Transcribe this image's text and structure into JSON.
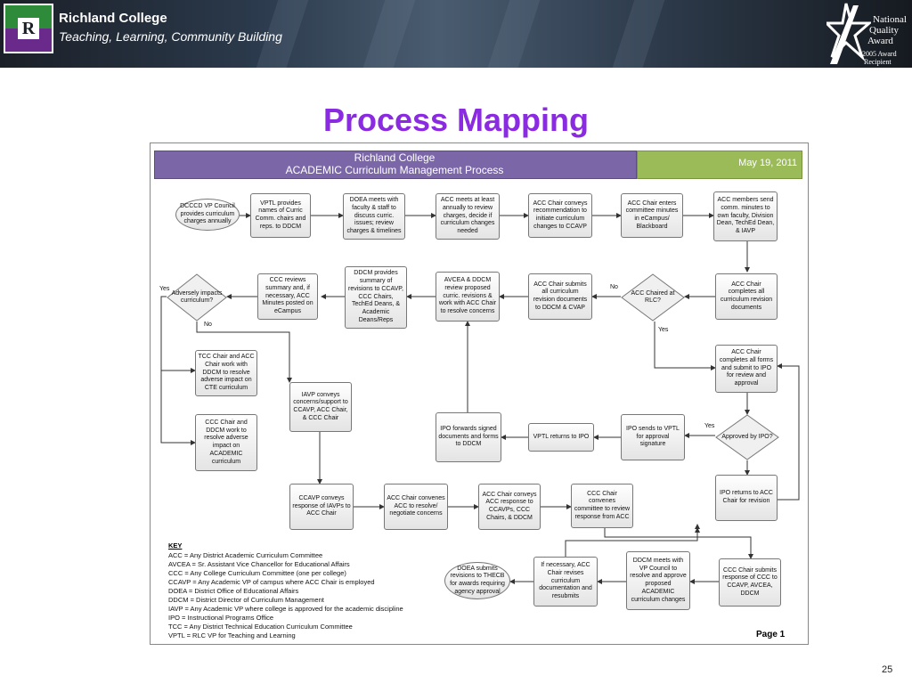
{
  "header": {
    "college_name": "Richland College",
    "tagline": "Teaching, Learning, Community Building",
    "logo_letter": "R",
    "award": {
      "line1": "National",
      "line2": "Quality",
      "line3": "Award",
      "line4": "2005 Award",
      "line5": "Recipient"
    }
  },
  "slide": {
    "title": "Process Mapping",
    "number": "25"
  },
  "diagram": {
    "title_line1": "Richland College",
    "title_line2": "ACADEMIC Curriculum Management Process",
    "date": "May 19, 2011",
    "page": "Page 1",
    "nodes": {
      "n1": "DCCCD VP Council provides curriculum charges annually",
      "n2": "VPTL provides names of Curric Comm. chairs and reps. to DDCM",
      "n3": "DOEA meets with faculty & staff to discuss curric. issues; review charges & timelines",
      "n4": "ACC meets at least annually to review charges, decide if curriculum changes needed",
      "n5": "ACC Chair conveys recommendation to initiate curriculum changes to CCAVP",
      "n6": "ACC Chair enters committee minutes in eCampus/ Blackboard",
      "n7": "ACC members send comm. minutes to own faculty, Division Dean, TechEd Dean, & IAVP",
      "n8": "ACC Chair completes all curriculum revision documents",
      "d1": "ACC Chaired at RLC?",
      "n9": "ACC Chair submits all curriculum revision documents to DDCM & CVAP",
      "n10": "AVCEA & DDCM review proposed curric. revisions & work with ACC Chair to resolve concerns",
      "n11": "DDCM provides summary of revisions to CCAVP, CCC Chairs, TechEd Deans, & Academic Deans/Reps",
      "n12": "CCC reviews summary and, if necessary, ACC Minutes posted on eCampus",
      "d2": "Adversely impacts curriculum?",
      "n13": "TCC Chair and ACC Chair work with DDCM to resolve adverse impact on CTE curriculum",
      "n14": "CCC Chair and DDCM work to resolve adverse impact on ACADEMIC curriculum",
      "n15": "IAVP conveys concerns/support to CCAVP, ACC Chair, & CCC Chair",
      "n16": "ACC Chair completes all forms and submit to IPO for review and approval",
      "d3": "Approved by IPO?",
      "n17": "IPO sends to VPTL for approval signature",
      "n18": "VPTL returns to IPO",
      "n19": "IPO forwards signed documents and forms to DDCM",
      "n20": "IPO returns to ACC Chair for revision",
      "n21": "CCAVP conveys response of IAVPs to ACC Chair",
      "n22": "ACC Chair convenes ACC to resolve/ negotiate concerns",
      "n23": "ACC Chair conveys ACC response to CCAVPs, CCC Chairs, & DDCM",
      "n24": "CCC Chair convenes committee to review response from ACC",
      "n25": "CCC Chair submits response of CCC to CCAVP, AVCEA, DDCM",
      "n26": "DDCM meets with VP Council to resolve and approve proposed ACADEMIC curriculum changes",
      "n27": "If necessary, ACC Chair revises curriculum documentation and resubmits",
      "n28": "DOEA submits revisions to THECB for awards requiring agency approval"
    },
    "edge_labels": {
      "no1": "No",
      "yes1": "Yes",
      "yes2": "Yes",
      "no2": "No",
      "yes3": "Yes"
    },
    "key": {
      "title": "KEY",
      "lines": [
        "ACC = Any District Academic Curriculum Committee",
        "AVCEA = Sr. Assistant Vice Chancellor for Educational Affairs",
        "CCC = Any College Curriculum Committee (one per college)",
        "CCAVP = Any Academic VP of campus where ACC Chair is employed",
        "DOEA = District Office of Educational Affairs",
        "DDCM = District Director of Curriculum Management",
        "IAVP = Any Academic VP where college is approved for the academic discipline",
        "IPO = Instructional Programs Office",
        "TCC = Any District Technical Education Curriculum Committee",
        "VPTL = RLC VP for Teaching and Learning"
      ]
    }
  }
}
